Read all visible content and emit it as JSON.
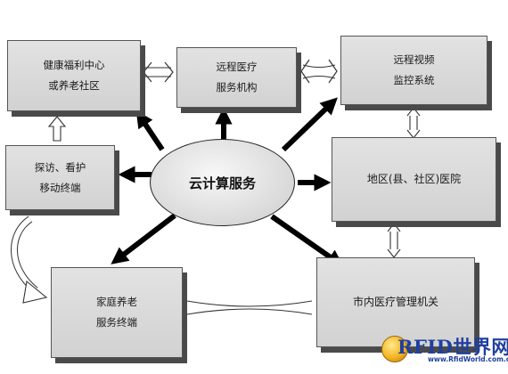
{
  "center": {
    "label": "云计算服务"
  },
  "nodes": {
    "health_center": {
      "line1": "健康福利中心",
      "line2": "或养老社区"
    },
    "remote_medical": {
      "line1": "远程医疗",
      "line2": "服务机构"
    },
    "remote_video": {
      "line1": "远程视频",
      "line2": "监控系统"
    },
    "mobile_terminal": {
      "line1": "探访、看护",
      "line2": "移动终端"
    },
    "local_hospital": {
      "line1": "地区(县、社区)医院"
    },
    "home_terminal": {
      "line1": "家庭养老",
      "line2": "服务终端"
    },
    "city_authority": {
      "line1": "市内医疗管理机关"
    }
  },
  "logo": {
    "brand": "RFID世界网",
    "url": "www.RfidWorld.com.cn"
  },
  "colors": {
    "box_fill": "#d8d8d8",
    "box_shadow": "#4a4a4a",
    "arrow": "#000000",
    "logo_blue": "#1f3fa0"
  }
}
